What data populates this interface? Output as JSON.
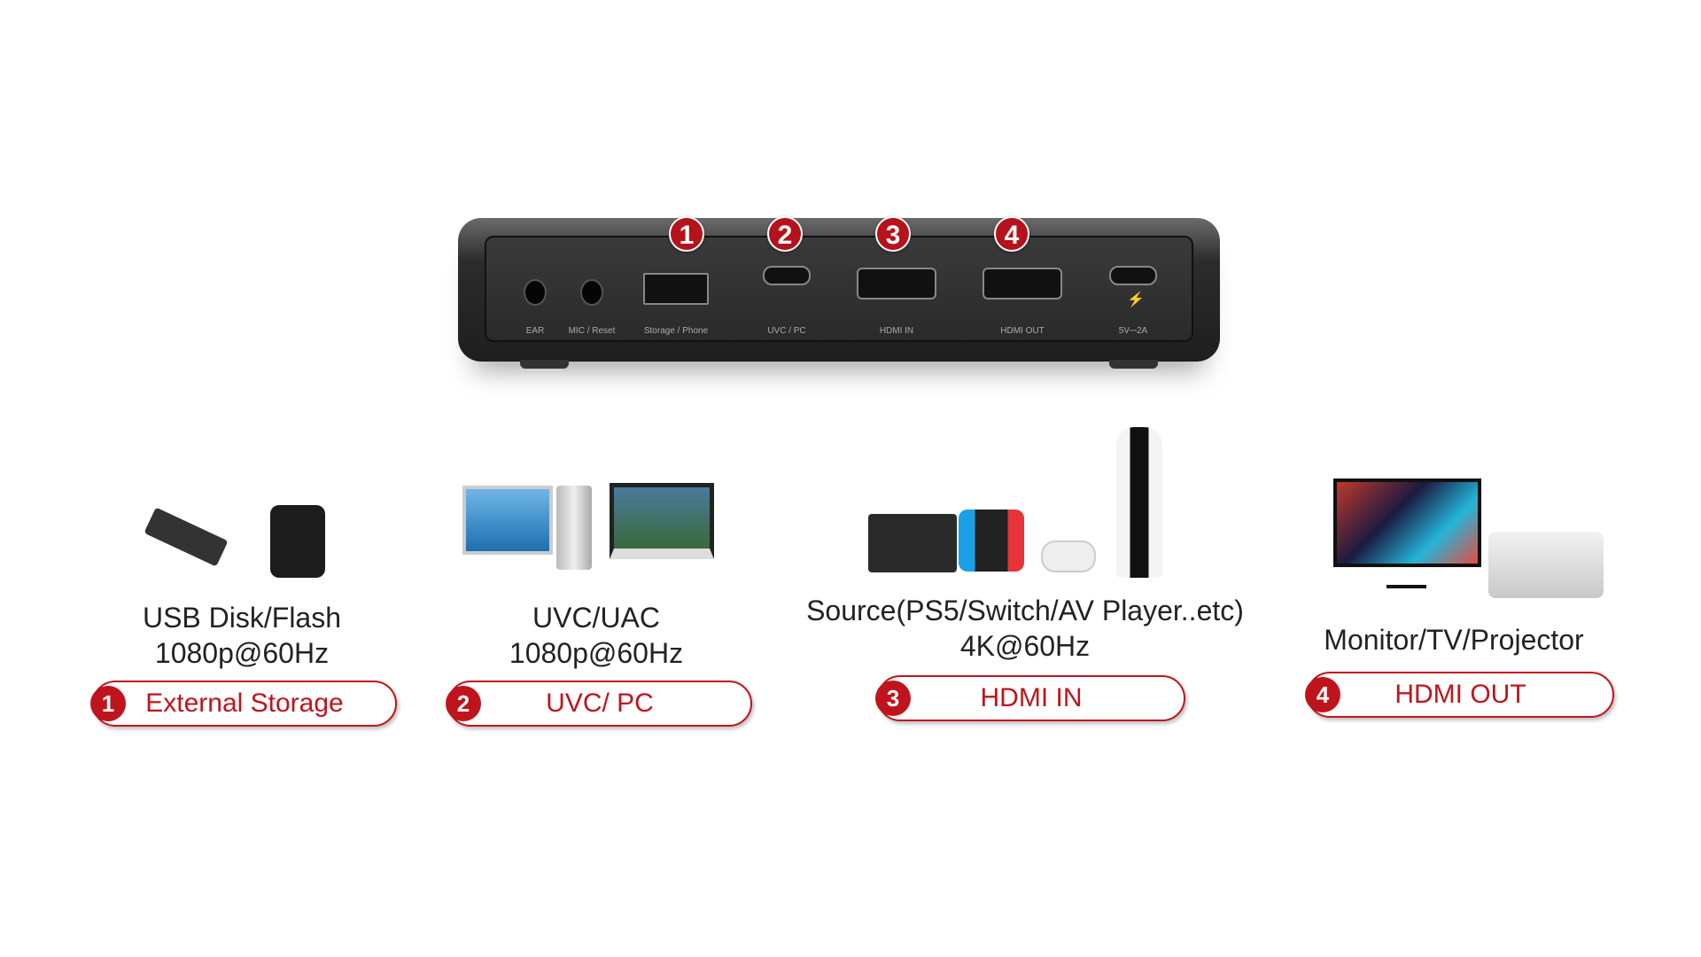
{
  "device": {
    "ports": [
      "EAR",
      "MIC / Reset",
      "Storage / Phone",
      "UVC / PC",
      "HDMI IN",
      "HDMI OUT",
      "5V⎓2A"
    ],
    "badges": [
      "1",
      "2",
      "3",
      "4"
    ]
  },
  "columns": [
    {
      "title": "USB Disk/Flash",
      "subtitle": "1080p@60Hz",
      "num": "1",
      "button": "External Storage"
    },
    {
      "title": "UVC/UAC",
      "subtitle": "1080p@60Hz",
      "num": "2",
      "button": "UVC/ PC"
    },
    {
      "title": "Source(PS5/Switch/AV Player..etc)",
      "subtitle": "4K@60Hz",
      "num": "3",
      "button": "HDMI IN"
    },
    {
      "title": "Monitor/TV/Projector",
      "num": "4",
      "button": "HDMI OUT"
    }
  ],
  "colors": {
    "accent": "#c0141c"
  }
}
